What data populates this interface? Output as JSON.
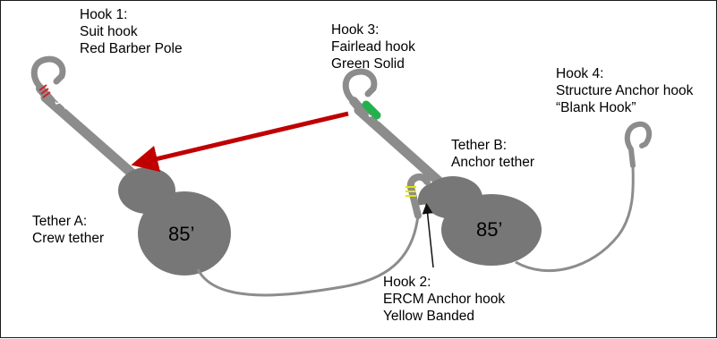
{
  "labels": {
    "hook1": {
      "title": "Hook 1:",
      "line1": "Suit hook",
      "line2": "Red Barber Pole"
    },
    "hook3": {
      "title": "Hook 3:",
      "line1": "Fairlead hook",
      "line2": "Green Solid"
    },
    "hook4": {
      "title": "Hook 4:",
      "line1": "Structure Anchor hook",
      "line2": "“Blank Hook”"
    },
    "tetherB": {
      "title": "Tether B:",
      "line1": "Anchor tether"
    },
    "tetherA": {
      "title": "Tether A:",
      "line1": "Crew tether"
    },
    "hook2": {
      "title": "Hook 2:",
      "line1": "ERCM Anchor hook",
      "line2": "Yellow Banded"
    }
  },
  "reels": {
    "crew_length": "85’",
    "anchor_length": "85’"
  },
  "colors": {
    "tether_gray": "#8c8c8c",
    "reel_fill": "#777777",
    "arrow_red": "#c00000",
    "hook1_band": "#d21f1f",
    "hook3_band": "#22b14c",
    "hook2_band": "#e5e500",
    "pointer": "#111111"
  }
}
